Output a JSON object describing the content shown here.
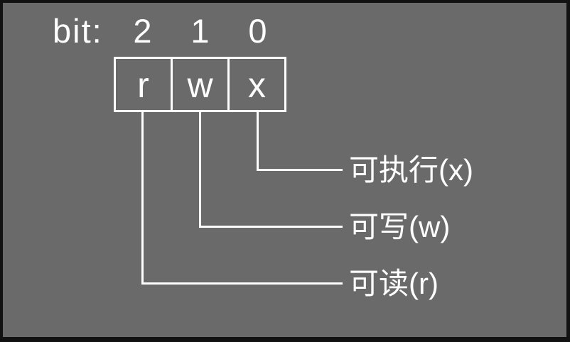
{
  "diagram": {
    "header": {
      "bit_label": "bit:",
      "bit_numbers": [
        "2",
        "1",
        "0"
      ]
    },
    "boxes": [
      "r",
      "w",
      "x"
    ],
    "legend": [
      {
        "id": "executable",
        "label": "可执行(x)"
      },
      {
        "id": "writable",
        "label": "可写(w)"
      },
      {
        "id": "readable",
        "label": "可读(r)"
      }
    ]
  },
  "colors": {
    "background": "#6a6a6a",
    "border": "#121212",
    "foreground": "#ffffff"
  }
}
